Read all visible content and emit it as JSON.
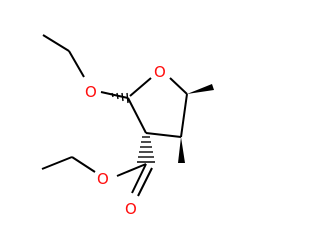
{
  "atoms": [
    {
      "id": "o-ethoxy",
      "label": "O",
      "color": "#ff0d0d"
    },
    {
      "id": "o-ring",
      "label": "O",
      "color": "#ff0d0d"
    },
    {
      "id": "o-ester",
      "label": "O",
      "color": "#ff0d0d"
    },
    {
      "id": "o-carbonyl",
      "label": "O",
      "color": "#ff0d0d"
    }
  ],
  "colors": {
    "bond": "#000000",
    "heteroatom": "#ff0d0d",
    "background": "#ffffff"
  }
}
